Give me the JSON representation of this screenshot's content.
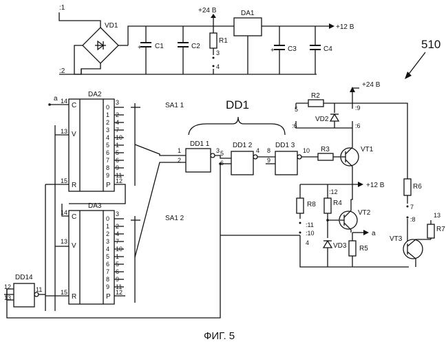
{
  "power": {
    "in1": ":1",
    "in2": ":2",
    "bridge": "VD1",
    "c1": "C1",
    "c2": "C2",
    "r1": "R1",
    "pin3": "3",
    "pin4": "4",
    "plus24": "+24 В",
    "reg": "DA1",
    "c3": "C3",
    "c4": "C4",
    "plus12": "+12 В"
  },
  "fig_ref": "510",
  "da2": {
    "name": "DA2",
    "c": "C",
    "v": "V",
    "r": "R",
    "p": "P",
    "pin14": "14",
    "pin13": "13",
    "pin15": "15",
    "pin12": "12",
    "pin3": "3",
    "outputs": [
      "0",
      "1",
      "2",
      "3",
      "4",
      "5",
      "6",
      "7",
      "8",
      "9"
    ],
    "outpins": [
      "2",
      "4",
      "7",
      "10",
      "1",
      "5",
      "6",
      "9",
      "11"
    ]
  },
  "da3": {
    "name": "DA3",
    "c": "C",
    "v": "V",
    "r": "R",
    "p": "P",
    "pin14": "14",
    "pin13": "13",
    "pin15": "15",
    "pin12": "12",
    "pin3": "3",
    "outputs": [
      "0",
      "1",
      "2",
      "3",
      "4",
      "5",
      "6",
      "7",
      "8",
      "9"
    ],
    "outpins": [
      "2",
      "4",
      "7",
      "10",
      "1",
      "5",
      "6",
      "9",
      "11"
    ]
  },
  "input_a": "a",
  "sa11": "SA1 1",
  "sa12": "SA1 2",
  "dd1": "DD1",
  "dd11": "DD1 1",
  "dd12": "DD1 2",
  "dd13": "DD1 3",
  "pins": {
    "p1": "1",
    "p2": "2",
    "p3": "3",
    "p5": "5",
    "p6": "6",
    "p4": "4",
    "p8": "8",
    "p9": "9",
    "p10": "10"
  },
  "top_right": {
    "plus24": "+24 В",
    "r2": "R2",
    "t5": "5",
    "t6": ":6",
    "vd2": "VD2",
    "t9": ":9",
    "t6b": ":6",
    "r3": "R3",
    "vt1": "VT1"
  },
  "mid_right": {
    "plus12": "+12 В",
    "t12": ":12",
    "r8": "R8",
    "r4": "R4",
    "vt2": "VT2",
    "t11": ":11",
    "t10": ":10",
    "t4": "4",
    "out_a": "a",
    "vd3": "VD3",
    "r5": "R5"
  },
  "far_right": {
    "r6": "R6",
    "t7": "7",
    "t8": ":8",
    "t13": "13",
    "r7": "R7",
    "vt3": "VT3"
  },
  "dd14": {
    "name": "DD14",
    "pin12": "12",
    "pin13": "13",
    "pin11": "11"
  },
  "caption": "ФИГ. 5"
}
